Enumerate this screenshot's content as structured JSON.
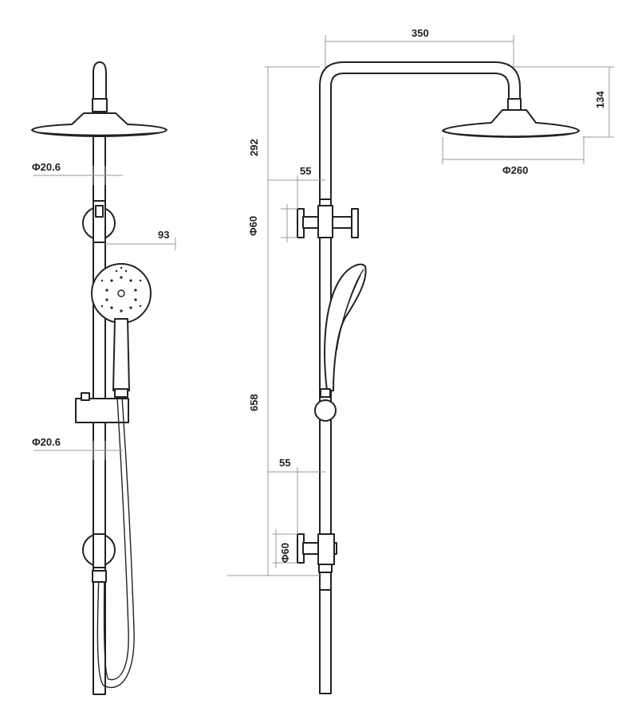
{
  "dimensions": {
    "pipe_diameter_upper": "Φ20.6",
    "pipe_diameter_lower": "Φ20.6",
    "handshower_offset": "93",
    "arm_reach": "350",
    "head_drop": "134",
    "head_diameter": "Φ260",
    "top_height": "292",
    "bracket_offset_upper": "55",
    "bracket_diameter_upper": "Φ60",
    "rail_height": "658",
    "bracket_offset_lower": "55",
    "bracket_diameter_lower": "Φ60"
  },
  "colors": {
    "line": "#222222",
    "dimension": "#999999",
    "background": "#ffffff"
  }
}
